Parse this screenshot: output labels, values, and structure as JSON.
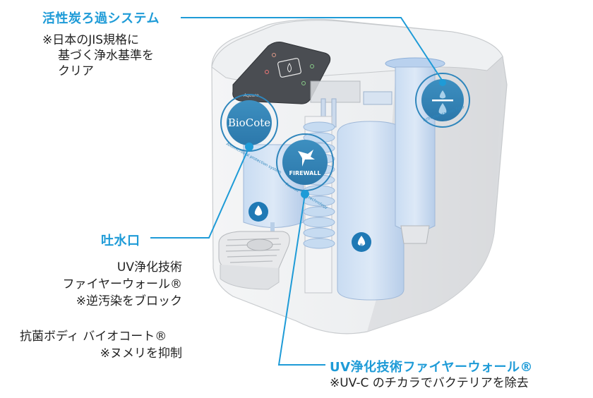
{
  "accent_color": "#1e9bd7",
  "callouts": {
    "carbon_filter": {
      "heading": "活性炭ろ過システム",
      "lines": [
        "※日本のJIS規格に",
        "基づく浄水基準を",
        "クリア"
      ]
    },
    "spout": {
      "heading": "吐水口"
    },
    "uv_left": {
      "lines": [
        "UV浄化技術",
        "ファイヤーウォール®",
        "※逆汚染をブロック"
      ]
    },
    "biocote": {
      "lines": [
        "抗菌ボディ バイオコート®",
        "※ヌメリを抑制"
      ]
    },
    "uv_bottom": {
      "heading": "UV浄化技術ファイヤーウォール®",
      "lines": [
        "※UV-C のチカラでバクテリアを除去"
      ]
    }
  },
  "badges": {
    "biocote": {
      "logo": "BioCote",
      "ring_text": "Antimicrobial protection system"
    },
    "firewall": {
      "logo": "FIREWALL",
      "ring_text": "Firewall™ UV technology"
    },
    "carbon": {
      "ring_text": "Activated carbon filter"
    }
  },
  "icons": {
    "hot_water": "hot-water-drop-icon",
    "cold_water": "cold-water-drop-icon"
  }
}
